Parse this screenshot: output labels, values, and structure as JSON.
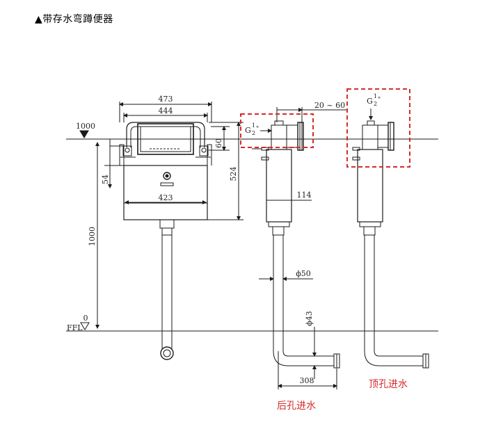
{
  "caption": "▲带存水弯蹲便器",
  "dimensions": {
    "d473": "473",
    "d444": "444",
    "d60": "60",
    "d54": "54",
    "d524": "524",
    "d423": "423",
    "d1000_vertical": "1000",
    "level_1000": "1000",
    "level_0": "0",
    "ffl": "FFL",
    "d20_60": "20 ~ 60",
    "d114": "114",
    "d50": "ϕ50",
    "d43": "ϕ43",
    "d308": "308"
  },
  "thread_label": {
    "g": "G",
    "num": "1",
    "den": "2",
    "inch": "\""
  },
  "labels": {
    "rear_inlet": "后孔进水",
    "top_inlet": "顶孔进水"
  },
  "colors": {
    "line": "#1a1a1a",
    "highlight": "#d62a2a"
  }
}
